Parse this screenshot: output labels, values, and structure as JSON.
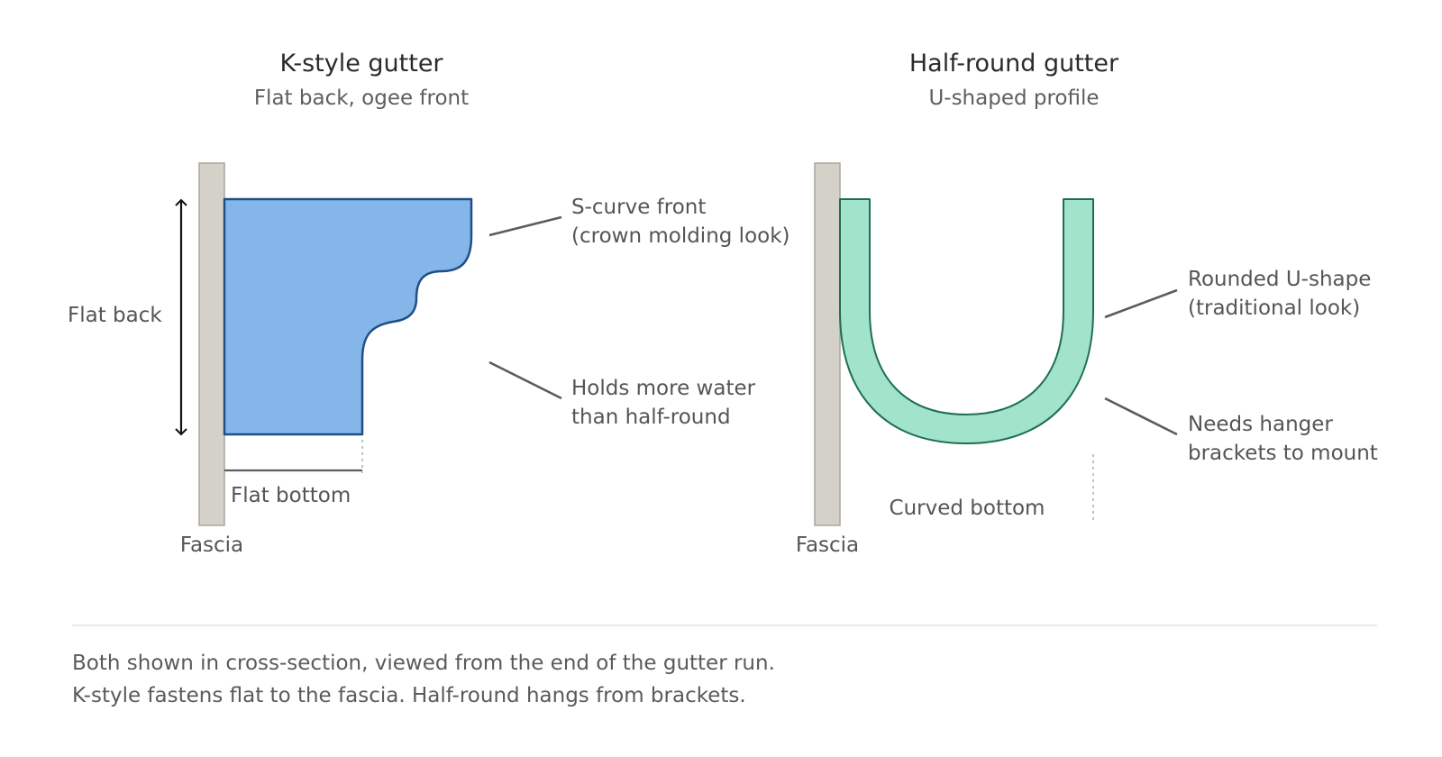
{
  "colors": {
    "fascia_fill": "#d4d2c8",
    "fascia_stroke": "#a9a69b",
    "k_style_fill": "#84b6ea",
    "k_style_stroke": "#1f4f86",
    "half_round_fill": "#a2e3cb",
    "half_round_stroke": "#1f6e50",
    "leader": "#5c5c5c",
    "divider": "#e2e2e2"
  },
  "k_style": {
    "title": "K-style gutter",
    "subtitle": "Flat back, ogee front",
    "flat_back_label": "Flat back",
    "flat_bottom_label": "Flat bottom",
    "fascia_label": "Fascia",
    "callout_front": [
      "S-curve front",
      "(crown molding look)"
    ],
    "callout_capacity": [
      "Holds more water",
      "than half-round"
    ]
  },
  "half_round": {
    "title": "Half-round gutter",
    "subtitle": "U-shaped profile",
    "curved_bottom_label": "Curved bottom",
    "fascia_label": "Fascia",
    "callout_shape": [
      "Rounded U-shape",
      "(traditional look)"
    ],
    "callout_brackets": [
      "Needs hanger",
      "brackets to mount"
    ]
  },
  "caption": {
    "line1": "Both shown in cross-section, viewed from the end of the gutter run.",
    "line2": "K-style fastens flat to the fascia. Half-round hangs from brackets."
  }
}
